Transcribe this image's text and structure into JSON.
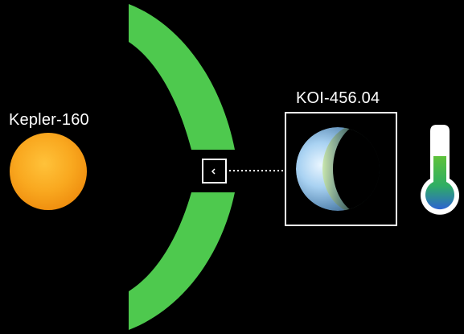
{
  "star": {
    "name": "Kepler-160"
  },
  "planet": {
    "name": "KOI-456.04"
  },
  "colors": {
    "background": "#000000",
    "star": "#f7a51e",
    "habitable_zone": "#4ec94e",
    "frame": "#ffffff",
    "label": "#ffffff",
    "thermometer_fill_top": "#3fbf5a",
    "thermometer_fill_bottom": "#2e6fd0"
  },
  "icons": {
    "thermometer": "thermometer-icon",
    "star": "star-disc",
    "planet": "crescent-planet"
  }
}
